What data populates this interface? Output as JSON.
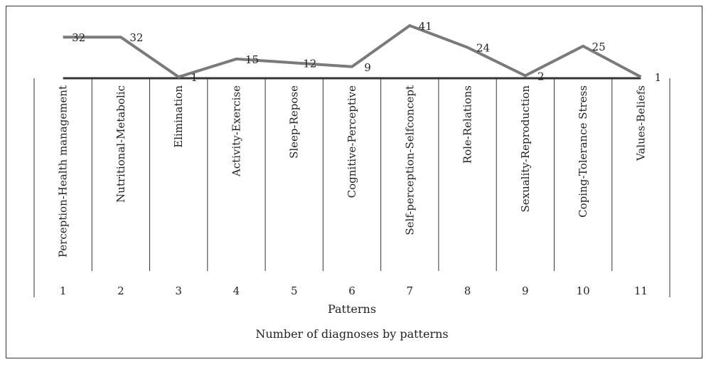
{
  "chart_data": {
    "type": "line",
    "title": "Number of diagnoses by patterns",
    "xlabel": "Patterns",
    "ylabel": "",
    "x": [
      "1",
      "2",
      "3",
      "4",
      "5",
      "6",
      "7",
      "8",
      "9",
      "10",
      "11"
    ],
    "categories": [
      "Perception-Health management",
      "Nutritional-Metabolic",
      "Elimination",
      "Activity-Exercise",
      "Sleep-Repose",
      "Cognitive-Perceptive",
      "Self-perception-Selfconcept",
      "Role-Relations",
      "Sexuality-Reproduction",
      "Coping-Tolerance Stress",
      "Values-Beliefs"
    ],
    "series": [
      {
        "values": [
          32,
          32,
          1,
          15,
          12,
          9,
          41,
          24,
          2,
          25,
          1
        ]
      }
    ],
    "ylim": [
      0,
      41
    ],
    "grid": false,
    "legend": "none",
    "line_color": "#7a7a7a",
    "axis_color": "#333333"
  }
}
